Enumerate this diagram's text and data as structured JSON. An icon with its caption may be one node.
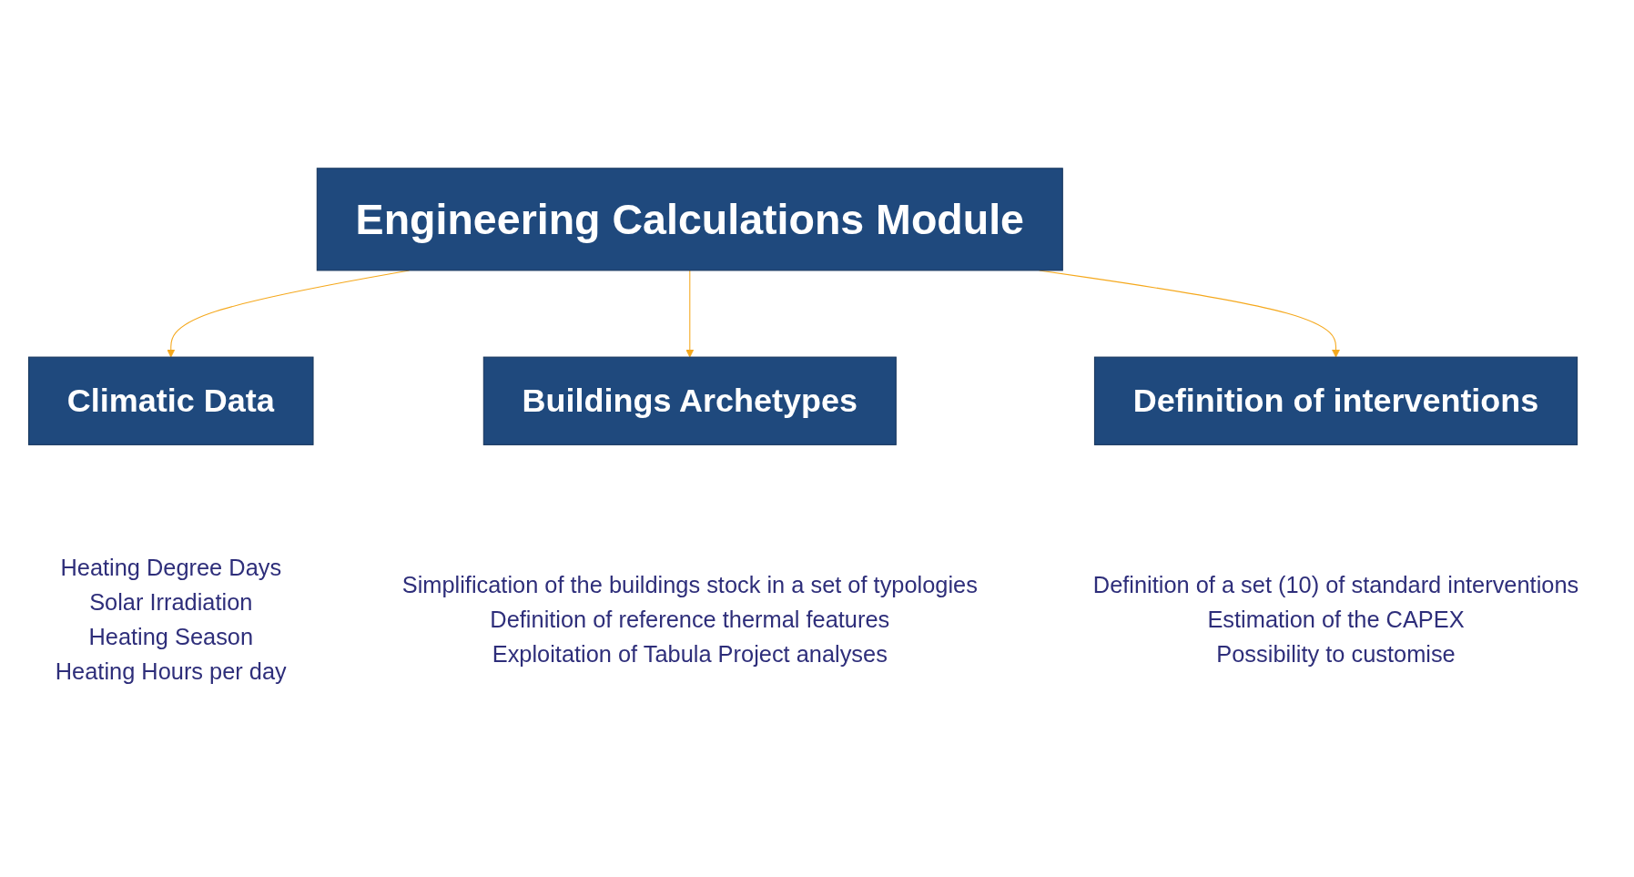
{
  "diagram": {
    "nodes": [
      {
        "text": [
          "Engineering Calculations Module"
        ]
      },
      {
        "text": [
          "Climatic Data"
        ],
        "beside": [
          "Heating Degree Days",
          "Solar Irradiation",
          "Heating Season",
          "Heating Hours per day"
        ]
      },
      {
        "text": [
          "Buildings Archetypes"
        ],
        "beside": [
          "Simplification of the buildings stock in a set of typologies",
          "Definition of reference thermal features",
          "Exploitation of Tabula Project analyses"
        ]
      },
      {
        "text": [
          "Definition of interventions"
        ],
        "beside": [
          "Definition of a set (10) of standard interventions",
          "Estimation of the CAPEX",
          "Possibility to customise"
        ]
      }
    ],
    "edges": [
      {
        "from": 0,
        "to": 1,
        "arrow": "to"
      },
      {
        "from": 0,
        "to": 2,
        "arrow": "to"
      },
      {
        "from": 0,
        "to": 3,
        "arrow": "to"
      }
    ]
  }
}
